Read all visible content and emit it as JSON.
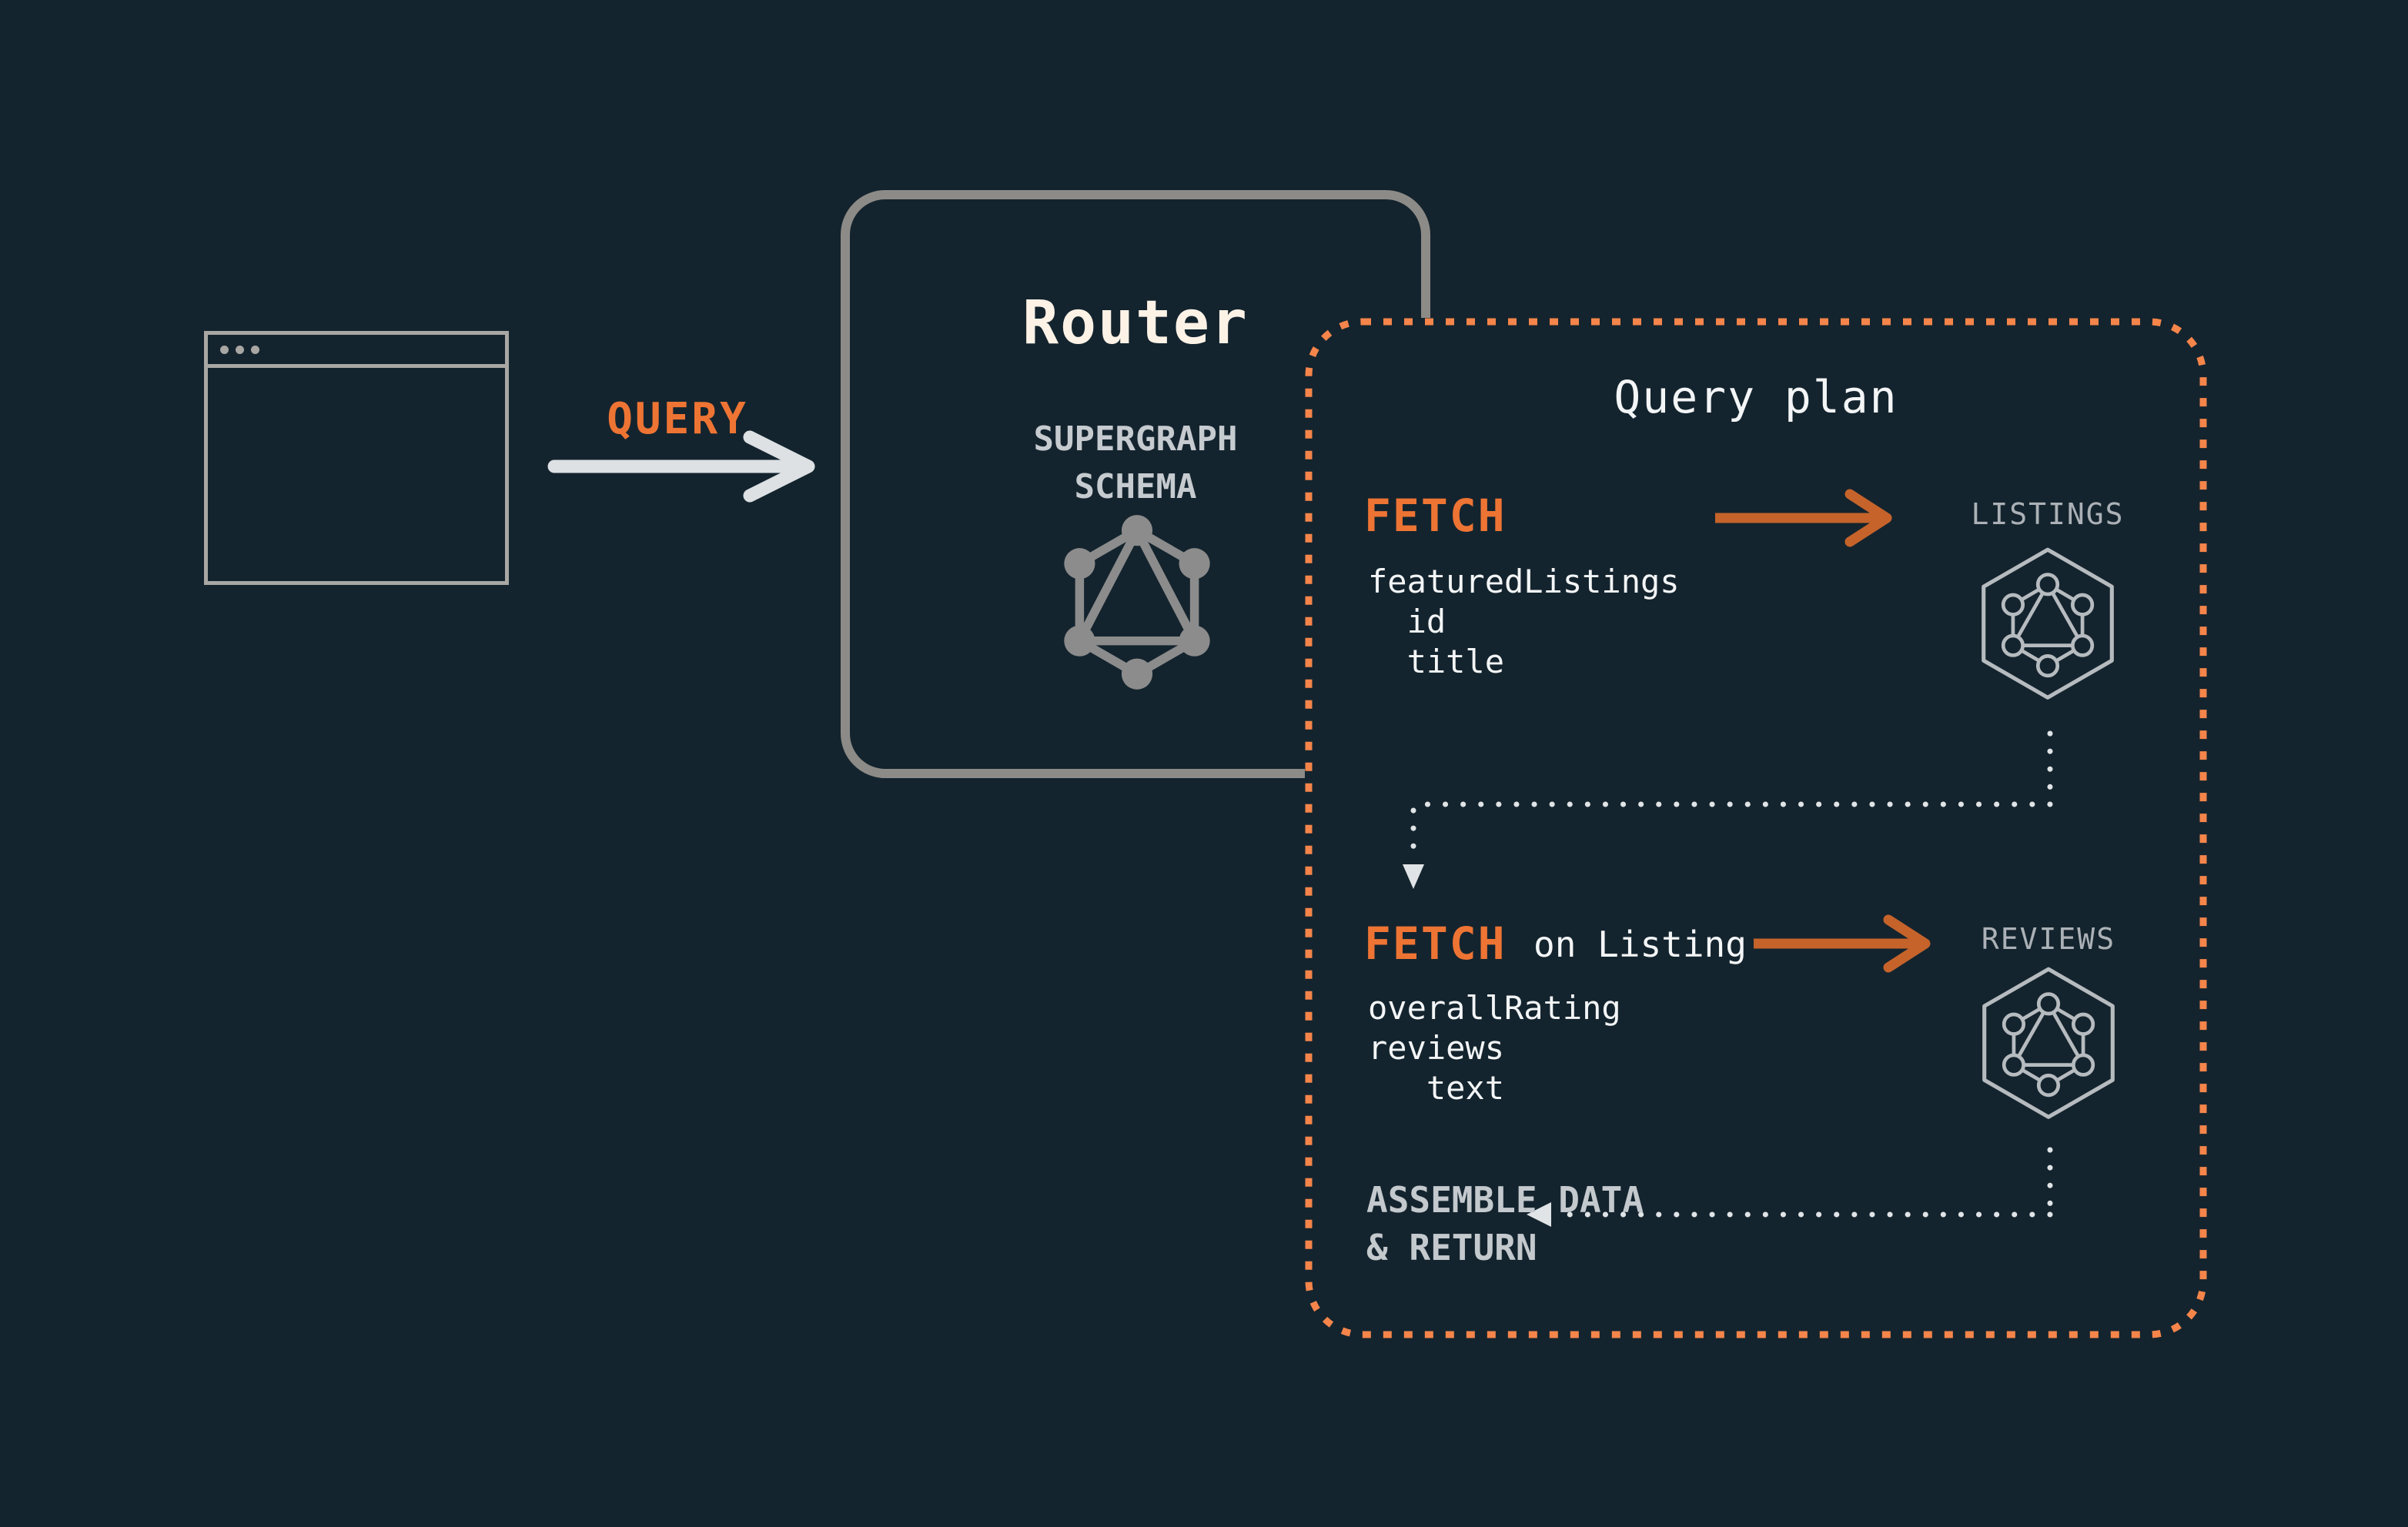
{
  "colors": {
    "background": "#14242e",
    "accent_orange": "#ee7434",
    "arrow_orange": "#c5632b",
    "plan_border_orange": "#f5854a",
    "cream": "#fdf2e6",
    "light_gray": "#c6cbd0",
    "mid_gray": "#abb1b6",
    "box_gray": "#8d8b87",
    "dot_gray": "#e0e4e6"
  },
  "client": {
    "window": "browser-window"
  },
  "query_flow": {
    "label": "QUERY"
  },
  "router": {
    "title": "Router",
    "subtitle": "SUPERGRAPH\nSCHEMA",
    "logo": "graphql-logo"
  },
  "query_plan": {
    "title": "Query plan",
    "steps": [
      {
        "keyword": "FETCH",
        "qualifier": "",
        "target": "LISTINGS",
        "fields": "featuredListings\n  id\n  title"
      },
      {
        "keyword": "FETCH",
        "qualifier": "on Listing",
        "target": "REVIEWS",
        "fields": "overallRating\nreviews\n   text"
      }
    ],
    "footer": "ASSEMBLE DATA\n& RETURN"
  }
}
